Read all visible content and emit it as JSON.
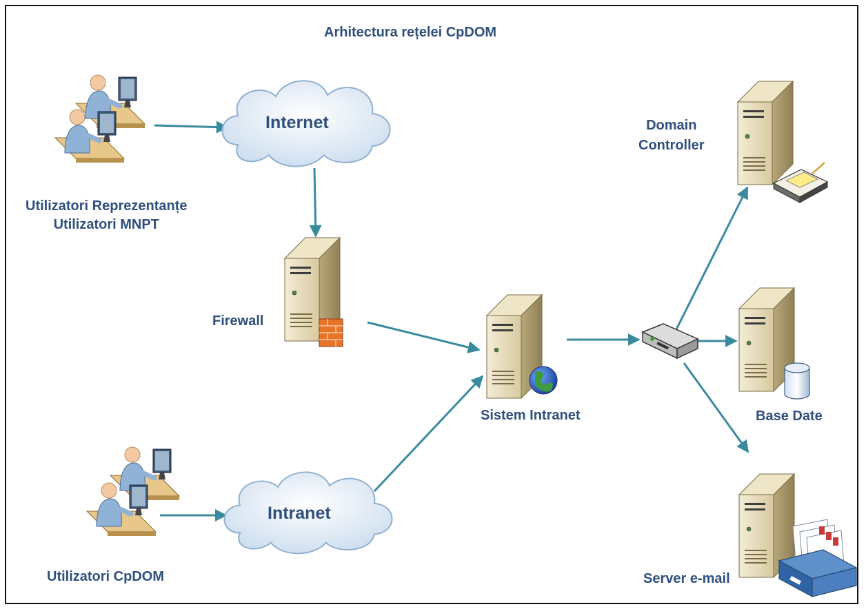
{
  "title": "Arhitectura rețelei CpDOM",
  "clouds": {
    "internet": "Internet",
    "intranet": "Intranet"
  },
  "nodes": {
    "reprezentante_line1": "Utilizatori Reprezentanțe",
    "reprezentante_line2": "Utilizatori MNPT",
    "cpdom_users": "Utilizatori CpDOM",
    "firewall": "Firewall",
    "intranet_system": "Sistem Intranet",
    "domain_line1": "Domain",
    "domain_line2": "Controller",
    "database": "Base Date",
    "email": "Server e-mail"
  },
  "colors": {
    "label": "#2f4f7d",
    "arrow": "#3a8a9e",
    "cloud_fill": "#e3edf8",
    "server": "#e2d7b8"
  },
  "icons": [
    "users-workstation-icon",
    "cloud-icon",
    "firewall-server-icon",
    "web-server-icon",
    "switch-icon",
    "domain-server-icon",
    "database-server-icon",
    "mail-server-icon"
  ]
}
